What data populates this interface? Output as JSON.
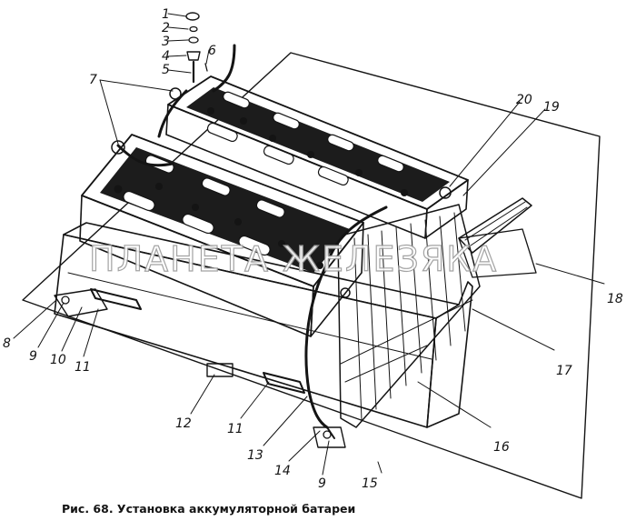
{
  "caption": "Рис. 68. Установка аккумуляторной батареи",
  "watermark": "ПЛАНЕТА ЖЕЛЕЗЯКА",
  "callouts": [
    "1",
    "2",
    "3",
    "4",
    "5",
    "6",
    "7",
    "8",
    "9",
    "10",
    "11",
    "12",
    "11",
    "13",
    "14",
    "9",
    "15",
    "16",
    "17",
    "18",
    "19",
    "20"
  ]
}
